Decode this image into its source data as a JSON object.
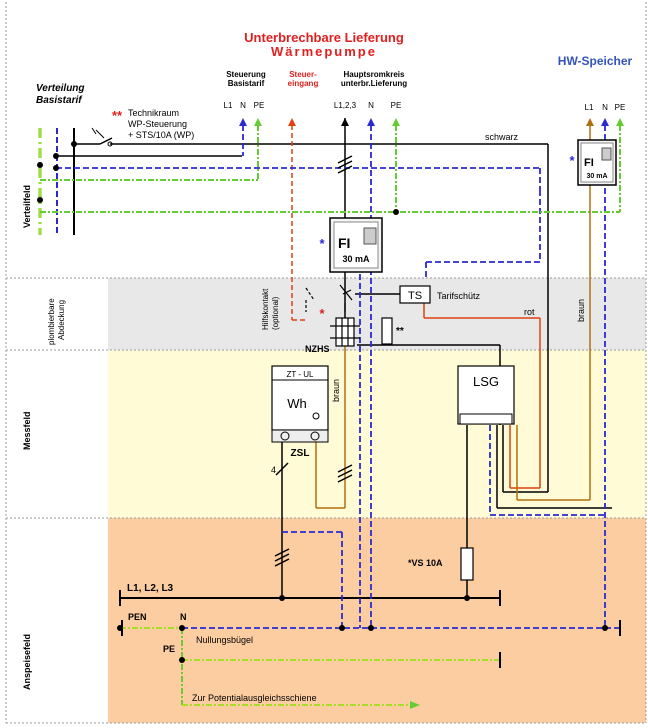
{
  "title": {
    "line1": "Unterbrechbare Lieferung",
    "line2": "Wärmepumpe",
    "color": "#e02020"
  },
  "hw_title": {
    "text": "HW-Speicher",
    "color": "#3355bb"
  },
  "verteilung": {
    "line1": "Verteilung",
    "line2": "Basistarif"
  },
  "technik": {
    "stars": "**",
    "line1": "Technikraum",
    "line2": "WP-Steuerung",
    "line3": "+ STS/10A  (WP)"
  },
  "col_headers": {
    "steuerung_basis": {
      "line1": "Steuerung",
      "line2": "Basistarif"
    },
    "steuer_eingang": {
      "line1": "Steuer-",
      "line2": "eingang"
    },
    "hauptstrom": {
      "line1": "Hauptsromkreis",
      "line2": "unterbr.Lieferung"
    }
  },
  "terminals": {
    "basis": [
      "L1",
      "N",
      "PE"
    ],
    "haupt": [
      "L1,2,3",
      "N",
      "PE"
    ],
    "hw": [
      "L1",
      "N",
      "PE"
    ]
  },
  "wire_labels": {
    "schwarz": "schwarz",
    "rot": "rot",
    "braun_right": "braun",
    "braun_mid": "braun",
    "four": "4"
  },
  "fi_main": {
    "label": "FI",
    "rating": "30 mA",
    "star": "*"
  },
  "fi_hw": {
    "label": "FI",
    "rating": "30 mA",
    "star": "*"
  },
  "ts": {
    "label": "TS",
    "desc": "Tarifschütz"
  },
  "hilfskontakt": {
    "line1": "Hilfskontakt",
    "line2": "(optional)",
    "star": "*"
  },
  "nzhs": "NZHS",
  "double_star": "**",
  "meter": {
    "top": "ZT - UL",
    "main": "Wh",
    "base": "ZSL"
  },
  "lsg": "LSG",
  "vs": "*VS 10A",
  "bus": {
    "l123": "L1,  L2,  L3",
    "pen": "PEN",
    "n": "N",
    "pe": "PE",
    "nullung": "Nullungsbügel",
    "potential": "Zur Potentialausgleichsschiene"
  },
  "sections": {
    "verteilfeld": "Verteilfeld",
    "plombierbare_line1": "plombierbare",
    "plombierbare_line2": "Abdeckung",
    "messfeld": "Messfeld",
    "anspeisefeld": "Anspeisefeld"
  },
  "colors": {
    "grey_band": "#e8e8e8",
    "yellow_band": "#fffbd6",
    "orange_band": "#fccda0",
    "blue": "#2a2ad0",
    "red": "#e04010",
    "green": "#66cc33",
    "yellow": "#eeee22",
    "brown": "#b07010"
  }
}
